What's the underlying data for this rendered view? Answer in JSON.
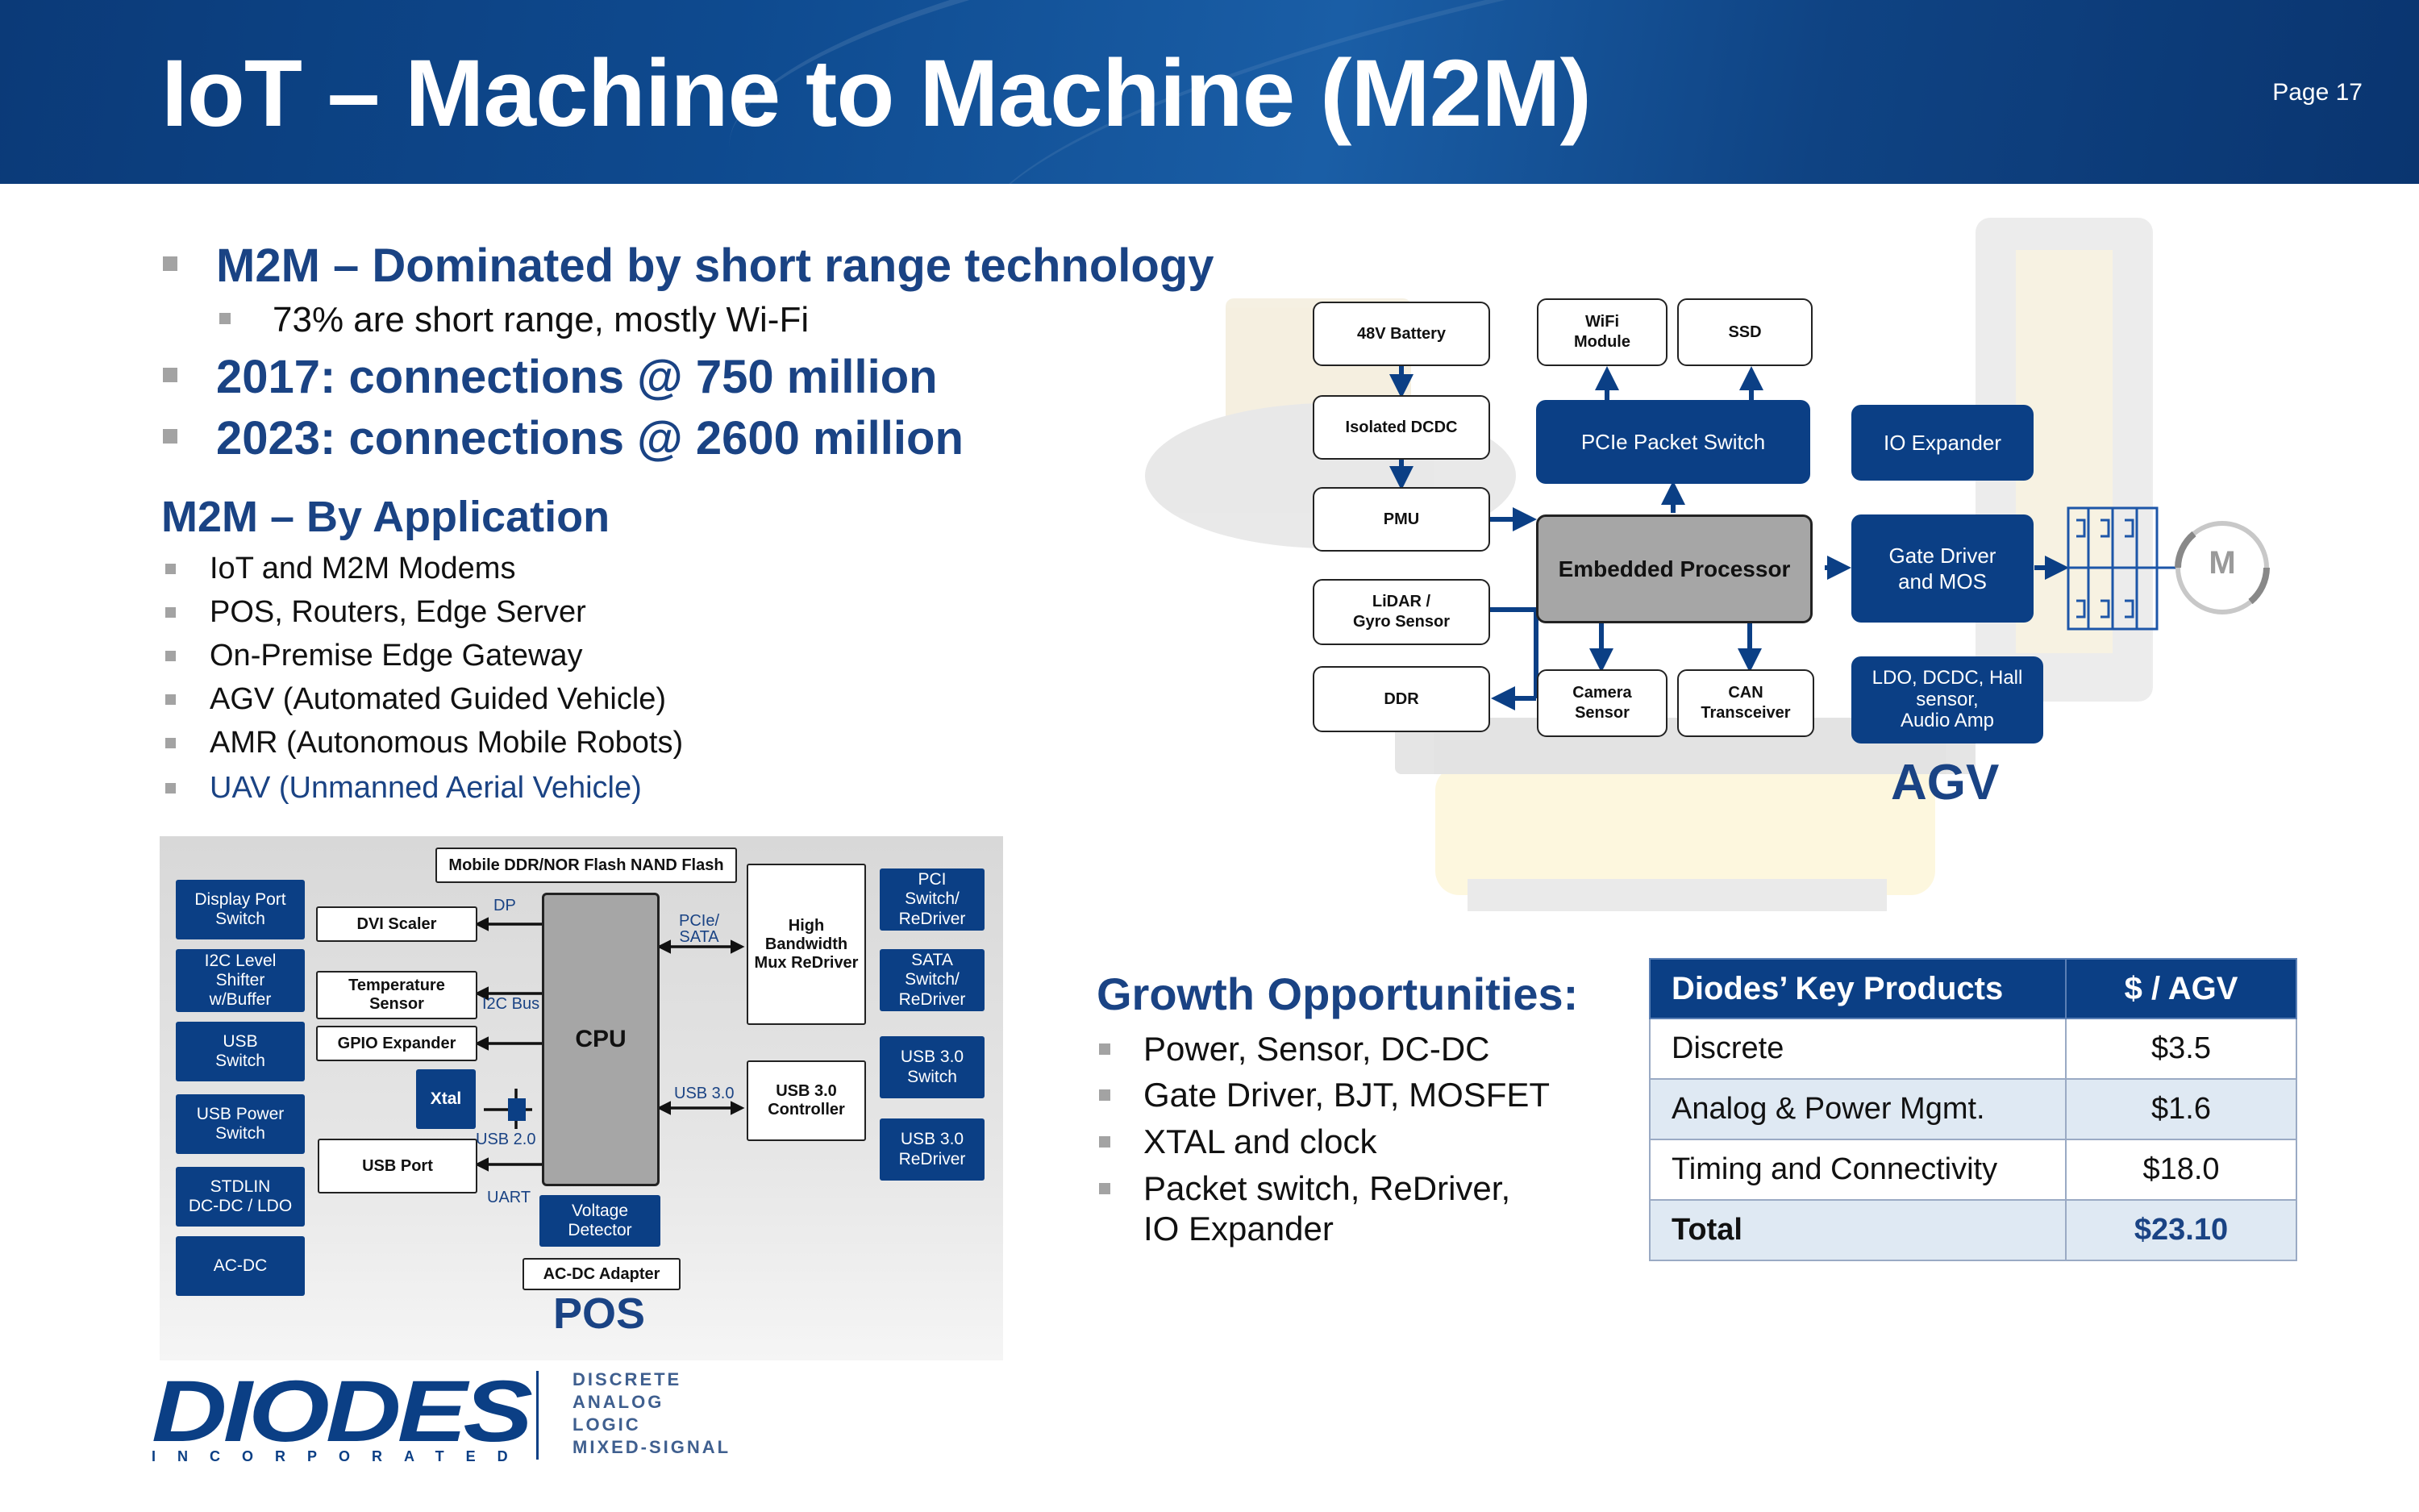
{
  "header": {
    "title": "IoT – Machine to Machine (M2M)",
    "page": "Page 17"
  },
  "bullets": [
    {
      "text": "M2M – Dominated by short range technology",
      "level": 1
    },
    {
      "text": "73% are short range, mostly Wi-Fi",
      "level": 2
    },
    {
      "text": "2017: connections @ 750 million",
      "level": 1
    },
    {
      "text": "2023: connections @ 2600 million",
      "level": 1
    }
  ],
  "applications": {
    "heading": "M2M – By Application",
    "items": [
      "IoT and M2M Modems",
      "POS, Routers, Edge Server",
      "On-Premise Edge Gateway",
      "AGV (Automated Guided Vehicle)",
      "AMR (Autonomous Mobile Robots)",
      "UAV (Unmanned Aerial Vehicle)"
    ]
  },
  "agv": {
    "label": "AGV",
    "battery": "48V Battery",
    "wifi": "WiFi\nModule",
    "ssd": "SSD",
    "isolated_dcdc": "Isolated DCDC",
    "pcie_switch": "PCIe Packet Switch",
    "io_expander": "IO Expander",
    "pmu": "PMU",
    "processor": "Embedded Processor",
    "gate_driver": "Gate Driver\nand MOS",
    "motor": "M",
    "lidar": "LiDAR /\nGyro Sensor",
    "ddr": "DDR",
    "camera": "Camera\nSensor",
    "can": "CAN\nTransceiver",
    "ldo": "LDO, DCDC, Hall\nsensor,\nAudio Amp"
  },
  "pos": {
    "label": "POS",
    "flash": "Mobile DDR/NOR Flash NAND Flash",
    "dp_switch": "Display Port\nSwitch",
    "i2c_shifter": "I2C Level\nShifter\nw/Buffer",
    "usb_switch": "USB\nSwitch",
    "usb_power": "USB Power\nSwitch",
    "stdlin": "STDLIN\nDC-DC / LDO",
    "acdc_blue": "AC-DC",
    "dvi": "DVI Scaler",
    "temp": "Temperature\nSensor",
    "gpio": "GPIO Expander",
    "xtal": "Xtal",
    "usb_port": "USB Port",
    "cpu": "CPU",
    "voltage": "Voltage\nDetector",
    "acdc_adapter": "AC-DC Adapter",
    "high_bw": "High\nBandwidth\nMux ReDriver",
    "usb3_ctrl": "USB 3.0\nController",
    "pci_switch": "PCI\nSwitch/\nReDriver",
    "sata_switch": "SATA\nSwitch/\nReDriver",
    "usb3_switch": "USB 3.0\nSwitch",
    "usb3_redriver": "USB 3.0\nReDriver",
    "lbl_dp": "DP",
    "lbl_pcie": "PCIe/\nSATA",
    "lbl_i2c": "I2C Bus",
    "lbl_usb3": "USB 3.0",
    "lbl_usb2": "USB 2.0",
    "lbl_uart": "UART"
  },
  "growth": {
    "title": "Growth Opportunities:",
    "items": [
      "Power, Sensor, DC-DC",
      "Gate Driver, BJT, MOSFET",
      "XTAL and clock",
      "Packet switch, ReDriver,\nIO Expander"
    ]
  },
  "products_table": {
    "headers": [
      "Diodes’ Key Products",
      "$ / AGV"
    ],
    "rows": [
      [
        "Discrete",
        "$3.5"
      ],
      [
        "Analog & Power Mgmt.",
        "$1.6"
      ],
      [
        "Timing and Connectivity",
        "$18.0"
      ],
      [
        "Total",
        "$23.10"
      ]
    ]
  },
  "footer": {
    "logo": "DIODES",
    "logo_sub": "INCORPORATED",
    "tagline": [
      "DISCRETE",
      "ANALOG",
      "LOGIC",
      "MIXED-SIGNAL"
    ]
  }
}
